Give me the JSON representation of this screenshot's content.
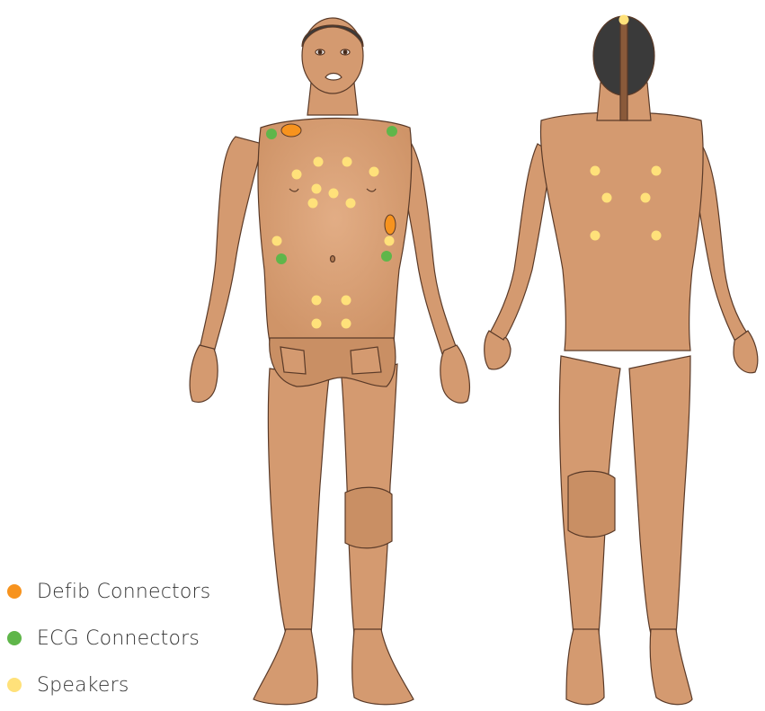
{
  "colors": {
    "defib": "#f7931e",
    "ecg": "#5fb64a",
    "speaker": "#ffe17a",
    "skin": "#d49a70",
    "skin_shade": "#c88c62",
    "outline": "#5a3a28",
    "hair": "#3a3a3a"
  },
  "legend": [
    {
      "label": "Defib Connectors",
      "color": "#f7931e"
    },
    {
      "label": "ECG Connectors",
      "color": "#5fb64a"
    },
    {
      "label": "Speakers",
      "color": "#ffe17a"
    }
  ]
}
